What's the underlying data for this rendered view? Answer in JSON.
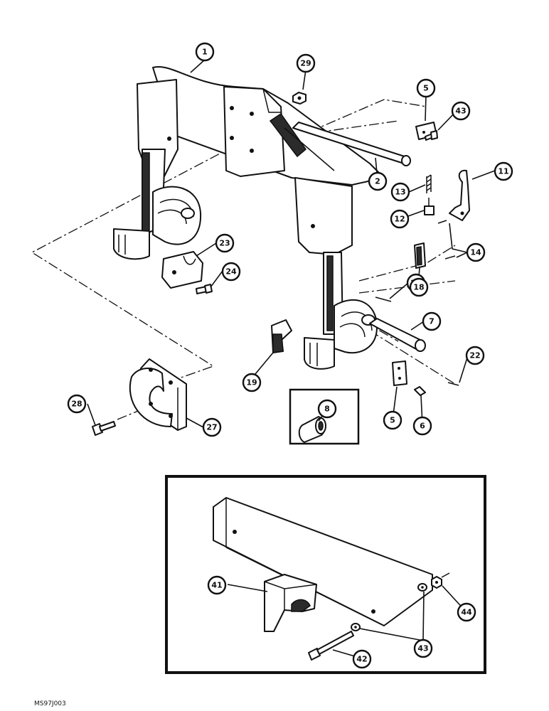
{
  "diagram_code": "MS97J003",
  "callouts": {
    "c1": "1",
    "c29": "29",
    "c5a": "5",
    "c43a": "43",
    "c2": "2",
    "c11": "11",
    "c13": "13",
    "c12": "12",
    "c14": "14",
    "c23": "23",
    "c24": "24",
    "c22a": "22",
    "c18": "18",
    "c7": "7",
    "c22b": "22",
    "c19": "19",
    "c8": "8",
    "c5b": "5",
    "c6": "6",
    "c28": "28",
    "c27": "27",
    "c41": "41",
    "c44": "44",
    "c43b": "43",
    "c42": "42"
  }
}
